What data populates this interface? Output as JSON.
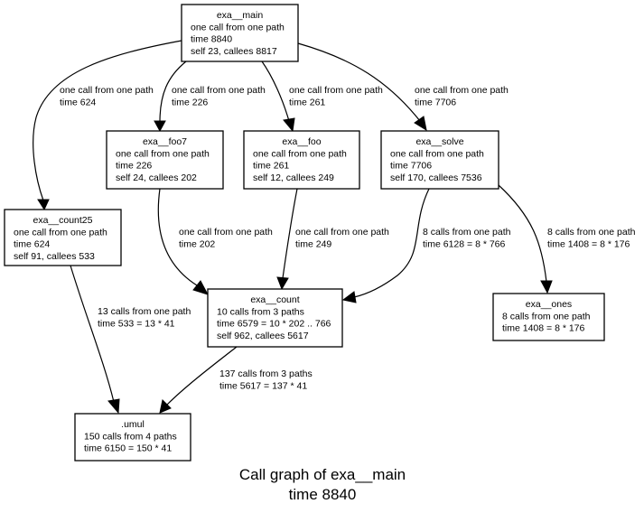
{
  "graph": {
    "title": "Call graph of exa__main",
    "subtitle": "time 8840",
    "nodes": [
      {
        "id": "exa__main",
        "lines": [
          "exa__main",
          "one call from one path",
          "time 8840",
          "self 23, callees 8817"
        ]
      },
      {
        "id": "exa__foo7",
        "lines": [
          "exa__foo7",
          "one call from one path",
          "time 226",
          "self 24, callees 202"
        ]
      },
      {
        "id": "exa__foo",
        "lines": [
          "exa__foo",
          "one call from one path",
          "time 261",
          "self 12, callees 249"
        ]
      },
      {
        "id": "exa__solve",
        "lines": [
          "exa__solve",
          "one call from one path",
          "time 7706",
          "self 170, callees 7536"
        ]
      },
      {
        "id": "exa__count25",
        "lines": [
          "exa__count25",
          "one call from one path",
          "time 624",
          "self 91, callees 533"
        ]
      },
      {
        "id": "exa__count",
        "lines": [
          "exa__count",
          "10 calls from 3 paths",
          "time 6579 = 10 * 202 .. 766",
          "self 962, callees 5617"
        ]
      },
      {
        "id": "exa__ones",
        "lines": [
          "exa__ones",
          "8 calls from one path",
          "time 1408 = 8 * 176"
        ]
      },
      {
        "id": ".umul",
        "lines": [
          ".umul",
          "150 calls from 4 paths",
          "time 6150 = 150 * 41"
        ]
      }
    ],
    "edges": [
      {
        "from": "exa__main",
        "to": "exa__count25",
        "lines": [
          "one call from one path",
          "time 624"
        ]
      },
      {
        "from": "exa__main",
        "to": "exa__foo7",
        "lines": [
          "one call from one path",
          "time 226"
        ]
      },
      {
        "from": "exa__main",
        "to": "exa__foo",
        "lines": [
          "one call from one path",
          "time 261"
        ]
      },
      {
        "from": "exa__main",
        "to": "exa__solve",
        "lines": [
          "one call from one path",
          "time 7706"
        ]
      },
      {
        "from": "exa__foo7",
        "to": "exa__count",
        "lines": [
          "one call from one path",
          "time 202"
        ]
      },
      {
        "from": "exa__foo",
        "to": "exa__count",
        "lines": [
          "one call from one path",
          "time 249"
        ]
      },
      {
        "from": "exa__solve",
        "to": "exa__count",
        "lines": [
          "8 calls from one path",
          "time 6128 = 8 * 766"
        ]
      },
      {
        "from": "exa__solve",
        "to": "exa__ones",
        "lines": [
          "8 calls from one path",
          "time 1408 = 8 * 176"
        ]
      },
      {
        "from": "exa__count25",
        "to": ".umul",
        "lines": [
          "13 calls from one path",
          "time 533 = 13 * 41"
        ]
      },
      {
        "from": "exa__count",
        "to": ".umul",
        "lines": [
          "137 calls from 3 paths",
          "time 5617 = 137 * 41"
        ]
      }
    ]
  }
}
